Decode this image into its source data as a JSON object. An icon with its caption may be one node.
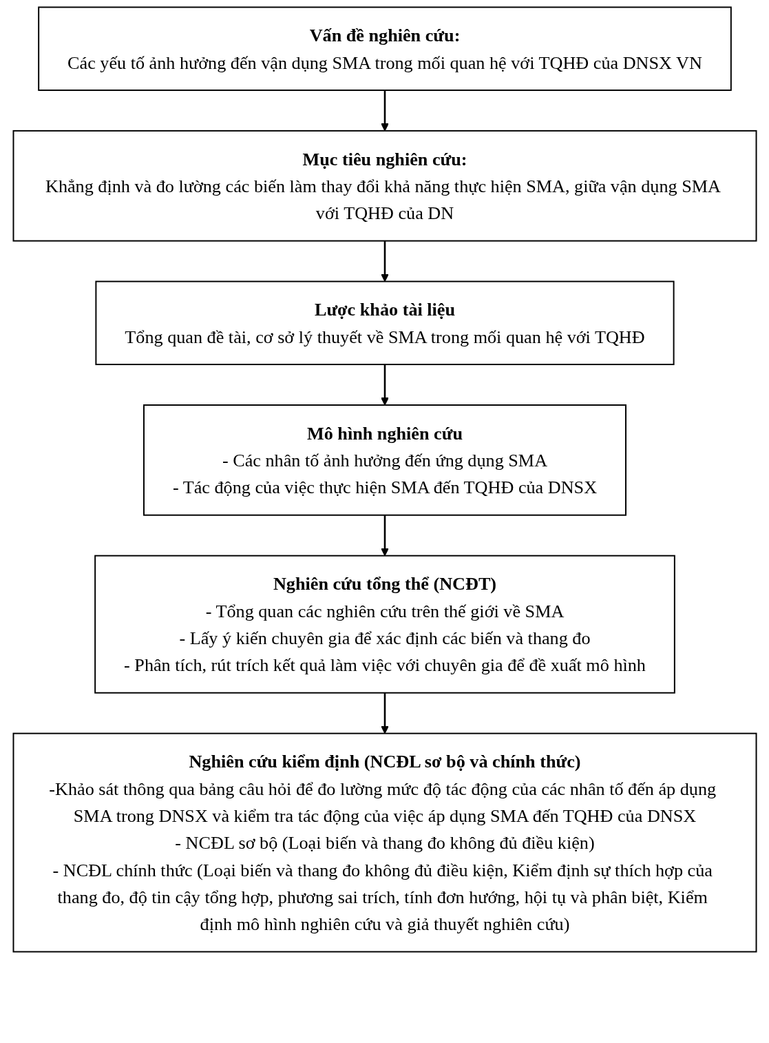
{
  "diagram": {
    "nodes": [
      {
        "text": [
          "Vấn đề nghiên cứu:",
          "Các yếu tố ảnh hưởng đến vận dụng SMA trong mối quan hệ với TQHĐ của DNSX VN"
        ]
      },
      {
        "text": [
          "Mục tiêu nghiên cứu:",
          "Khẳng định và đo lường các biến làm thay đổi khả năng thực hiện SMA, giữa vận dụng SMA với TQHĐ của DN"
        ]
      },
      {
        "text": [
          "Lược khảo tài liệu",
          "Tổng quan đề tài, cơ sở lý thuyết về SMA trong mối quan hệ với TQHĐ"
        ]
      },
      {
        "text": [
          "Mô hình nghiên cứu",
          "- Các nhân tố ảnh hưởng đến ứng dụng SMA",
          "- Tác động của việc thực hiện SMA đến TQHĐ của DNSX"
        ]
      },
      {
        "text": [
          "Nghiên cứu tổng thể (NCĐT)",
          "- Tổng quan các nghiên cứu trên thế giới về SMA",
          "- Lấy ý kiến chuyên gia để xác định các biến và thang đo",
          "- Phân tích, rút trích kết quả làm việc với chuyên gia để đề xuất mô hình"
        ]
      },
      {
        "text": [
          "Nghiên cứu kiểm định (NCĐL sơ bộ và chính thức)",
          "-Khảo sát thông qua bảng câu hỏi để đo lường mức độ tác động của các nhân tố đến áp dụng SMA trong DNSX và kiểm tra tác động của việc áp dụng SMA đến TQHĐ của DNSX",
          "- NCĐL sơ bộ (Loại biến và thang đo không đủ điều kiện)",
          "- NCĐL chính thức (Loại biến và thang đo không đủ điều kiện, Kiểm định sự thích hợp của thang đo, độ tin cậy tổng hợp, phương sai trích, tính đơn hướng, hội tụ và phân biệt, Kiểm định mô hình nghiên cứu và giả thuyết nghiên cứu)"
        ]
      }
    ],
    "edges": [
      {
        "from": 0,
        "to": 1,
        "arrow": "to"
      },
      {
        "from": 1,
        "to": 2,
        "arrow": "to"
      },
      {
        "from": 2,
        "to": 3,
        "arrow": "to"
      },
      {
        "from": 3,
        "to": 4,
        "arrow": "to"
      },
      {
        "from": 4,
        "to": 5,
        "arrow": "to"
      }
    ]
  }
}
